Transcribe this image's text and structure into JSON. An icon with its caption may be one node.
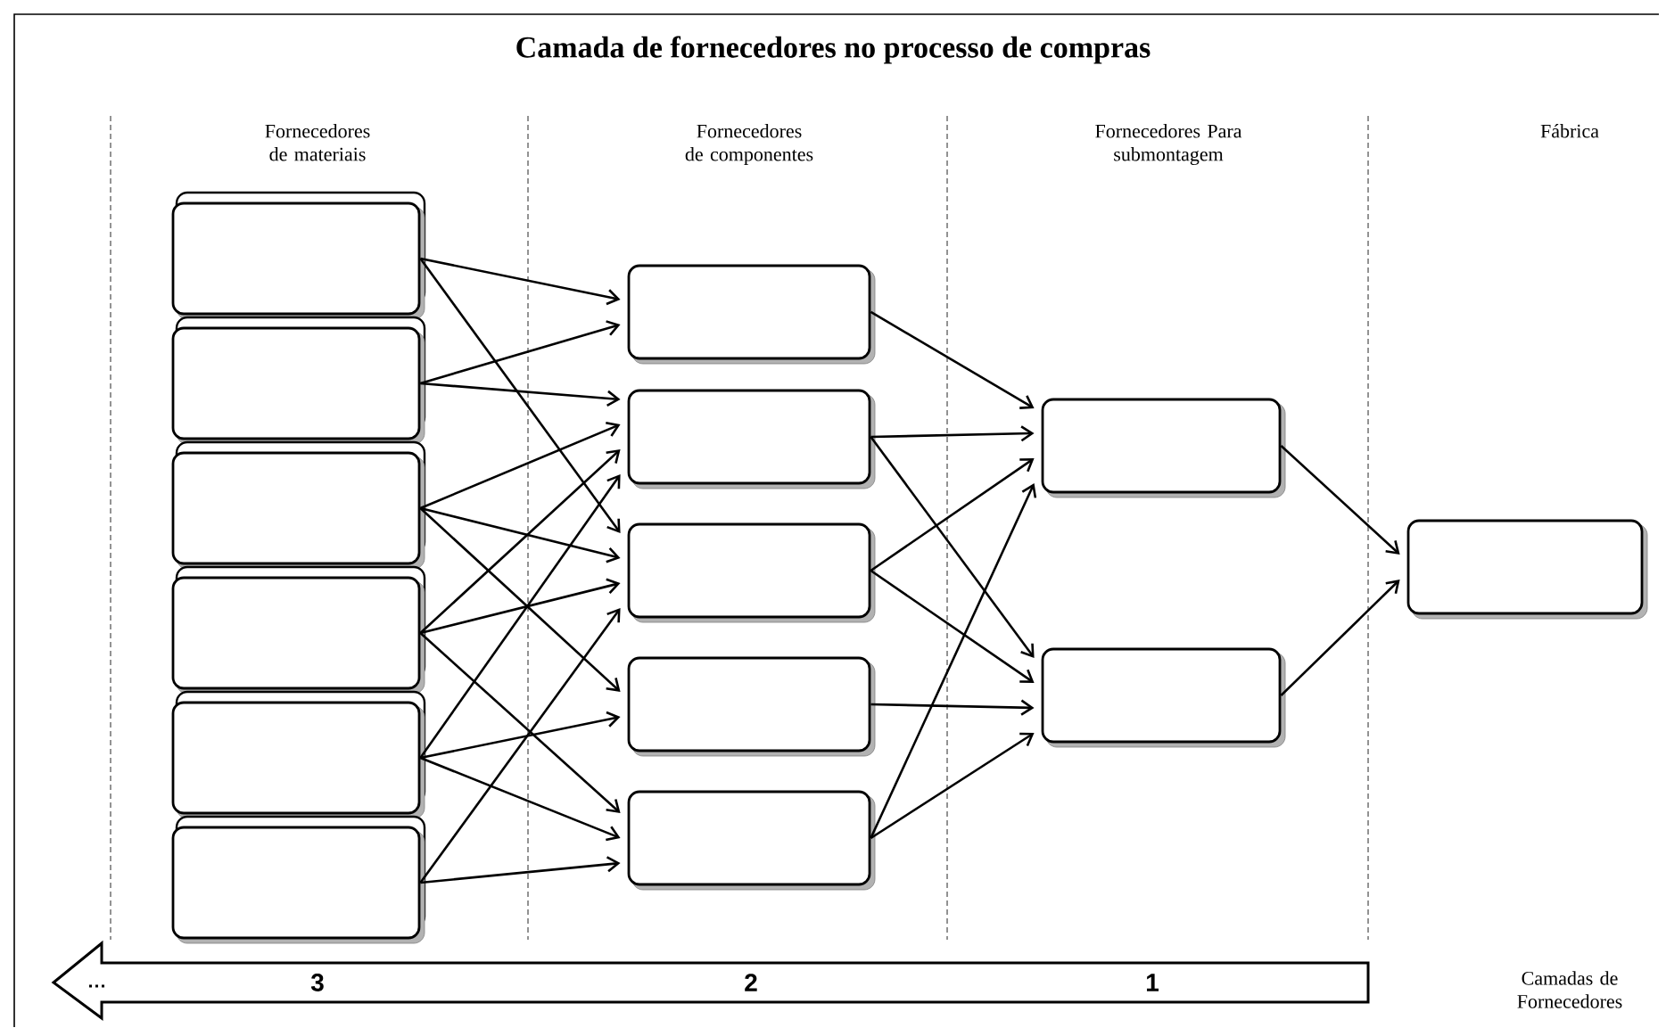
{
  "diagram": {
    "title": "Camada de fornecedores no processo de compras",
    "nodes": [
      {
        "text": [],
        "shape": "box"
      },
      {
        "text": [],
        "shape": "box"
      },
      {
        "text": [],
        "shape": "box"
      },
      {
        "text": [],
        "shape": "box"
      },
      {
        "text": [],
        "shape": "box"
      },
      {
        "text": [],
        "shape": "box"
      },
      {
        "text": [],
        "shape": "box"
      },
      {
        "text": [],
        "shape": "box"
      },
      {
        "text": [],
        "shape": "box"
      },
      {
        "text": [],
        "shape": "box"
      },
      {
        "text": [],
        "shape": "box"
      },
      {
        "text": [],
        "shape": "box"
      },
      {
        "text": [],
        "shape": "box"
      },
      {
        "text": [],
        "shape": "box"
      }
    ],
    "edges": [
      {
        "from": 0,
        "to": 6,
        "arrow": "to"
      },
      {
        "from": 0,
        "to": 8,
        "arrow": "to"
      },
      {
        "from": 1,
        "to": 6,
        "arrow": "to"
      },
      {
        "from": 1,
        "to": 7,
        "arrow": "to"
      },
      {
        "from": 2,
        "to": 7,
        "arrow": "to"
      },
      {
        "from": 2,
        "to": 8,
        "arrow": "to"
      },
      {
        "from": 2,
        "to": 9,
        "arrow": "to"
      },
      {
        "from": 3,
        "to": 7,
        "arrow": "to"
      },
      {
        "from": 3,
        "to": 8,
        "arrow": "to"
      },
      {
        "from": 3,
        "to": 10,
        "arrow": "to"
      },
      {
        "from": 4,
        "to": 7,
        "arrow": "to"
      },
      {
        "from": 4,
        "to": 9,
        "arrow": "to"
      },
      {
        "from": 4,
        "to": 10,
        "arrow": "to"
      },
      {
        "from": 5,
        "to": 8,
        "arrow": "to"
      },
      {
        "from": 5,
        "to": 10,
        "arrow": "to"
      },
      {
        "from": 6,
        "to": 11,
        "arrow": "to"
      },
      {
        "from": 7,
        "to": 11,
        "arrow": "to"
      },
      {
        "from": 7,
        "to": 12,
        "arrow": "to"
      },
      {
        "from": 8,
        "to": 11,
        "arrow": "to"
      },
      {
        "from": 8,
        "to": 12,
        "arrow": "to"
      },
      {
        "from": 9,
        "to": 12,
        "arrow": "to"
      },
      {
        "from": 10,
        "to": 11,
        "arrow": "to"
      },
      {
        "from": 10,
        "to": 12,
        "arrow": "to"
      },
      {
        "from": 11,
        "to": 13,
        "arrow": "to"
      },
      {
        "from": 12,
        "to": 13,
        "arrow": "to"
      }
    ],
    "labels": [
      "Fornecedores de materiais",
      "Fornecedores de componentes",
      "Fornecedores Para submontagem",
      "Fábrica",
      "Camadas de Fornecedores",
      "3",
      "2",
      "1"
    ]
  }
}
